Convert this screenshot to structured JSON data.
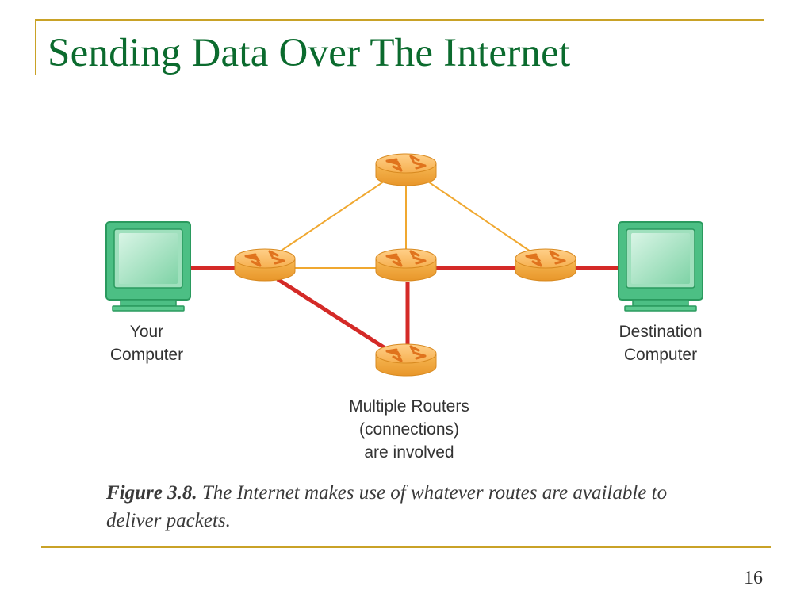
{
  "slide": {
    "title": "Sending Data Over The Internet",
    "page_number": "16"
  },
  "diagram": {
    "your_computer": [
      "Your",
      "Computer"
    ],
    "destination_computer": [
      "Destination",
      "Computer"
    ],
    "routers_note": [
      "Multiple Routers",
      "(connections)",
      "are involved"
    ]
  },
  "caption": {
    "figure_number": "Figure 3.8.",
    "text": " The Internet makes use of whatever routes are available to deliver packets."
  },
  "colors": {
    "title": "#0b6b2e",
    "accent_rule": "#c9a227",
    "active_route": "#d42a27",
    "link": "#f0a830",
    "router_body": "#f5b04a",
    "monitor": "#2fa86a"
  }
}
